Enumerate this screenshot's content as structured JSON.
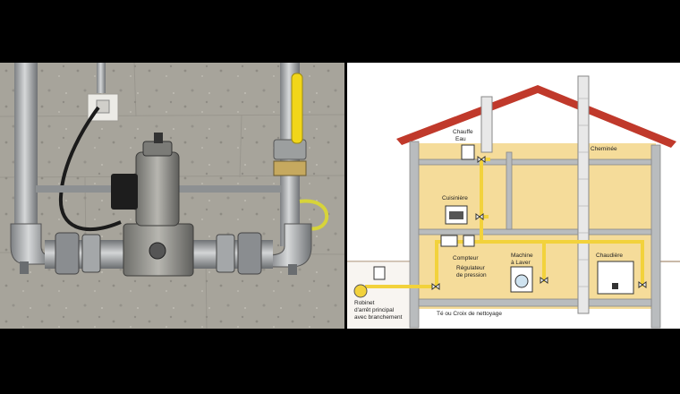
{
  "diagram": {
    "labels": {
      "chauffe_eau": [
        "Chauffe",
        "Eau"
      ],
      "cheminee": "Cheminée",
      "cuisiniere": "Cuisinière",
      "compteur": "Compteur",
      "regulateur": [
        "Régulateur",
        "de pression"
      ],
      "machine": [
        "Machine",
        "à Laver"
      ],
      "chaudiere": "Chaudière",
      "robinet": [
        "Robinet",
        "d'arrêt principal",
        "avec branchement"
      ],
      "te": "Té ou Croix de nettoyage"
    }
  },
  "colors": {
    "background": "#000000",
    "roof": "#c0392b",
    "wall": "#f5dc9a",
    "gas_pipe": "#f2d23c",
    "chimney": "#e8e8e8",
    "photo_wall": "#a9a69d",
    "steel_pipe": "#b5b8ba",
    "valve_handle": "#f1d61a"
  }
}
